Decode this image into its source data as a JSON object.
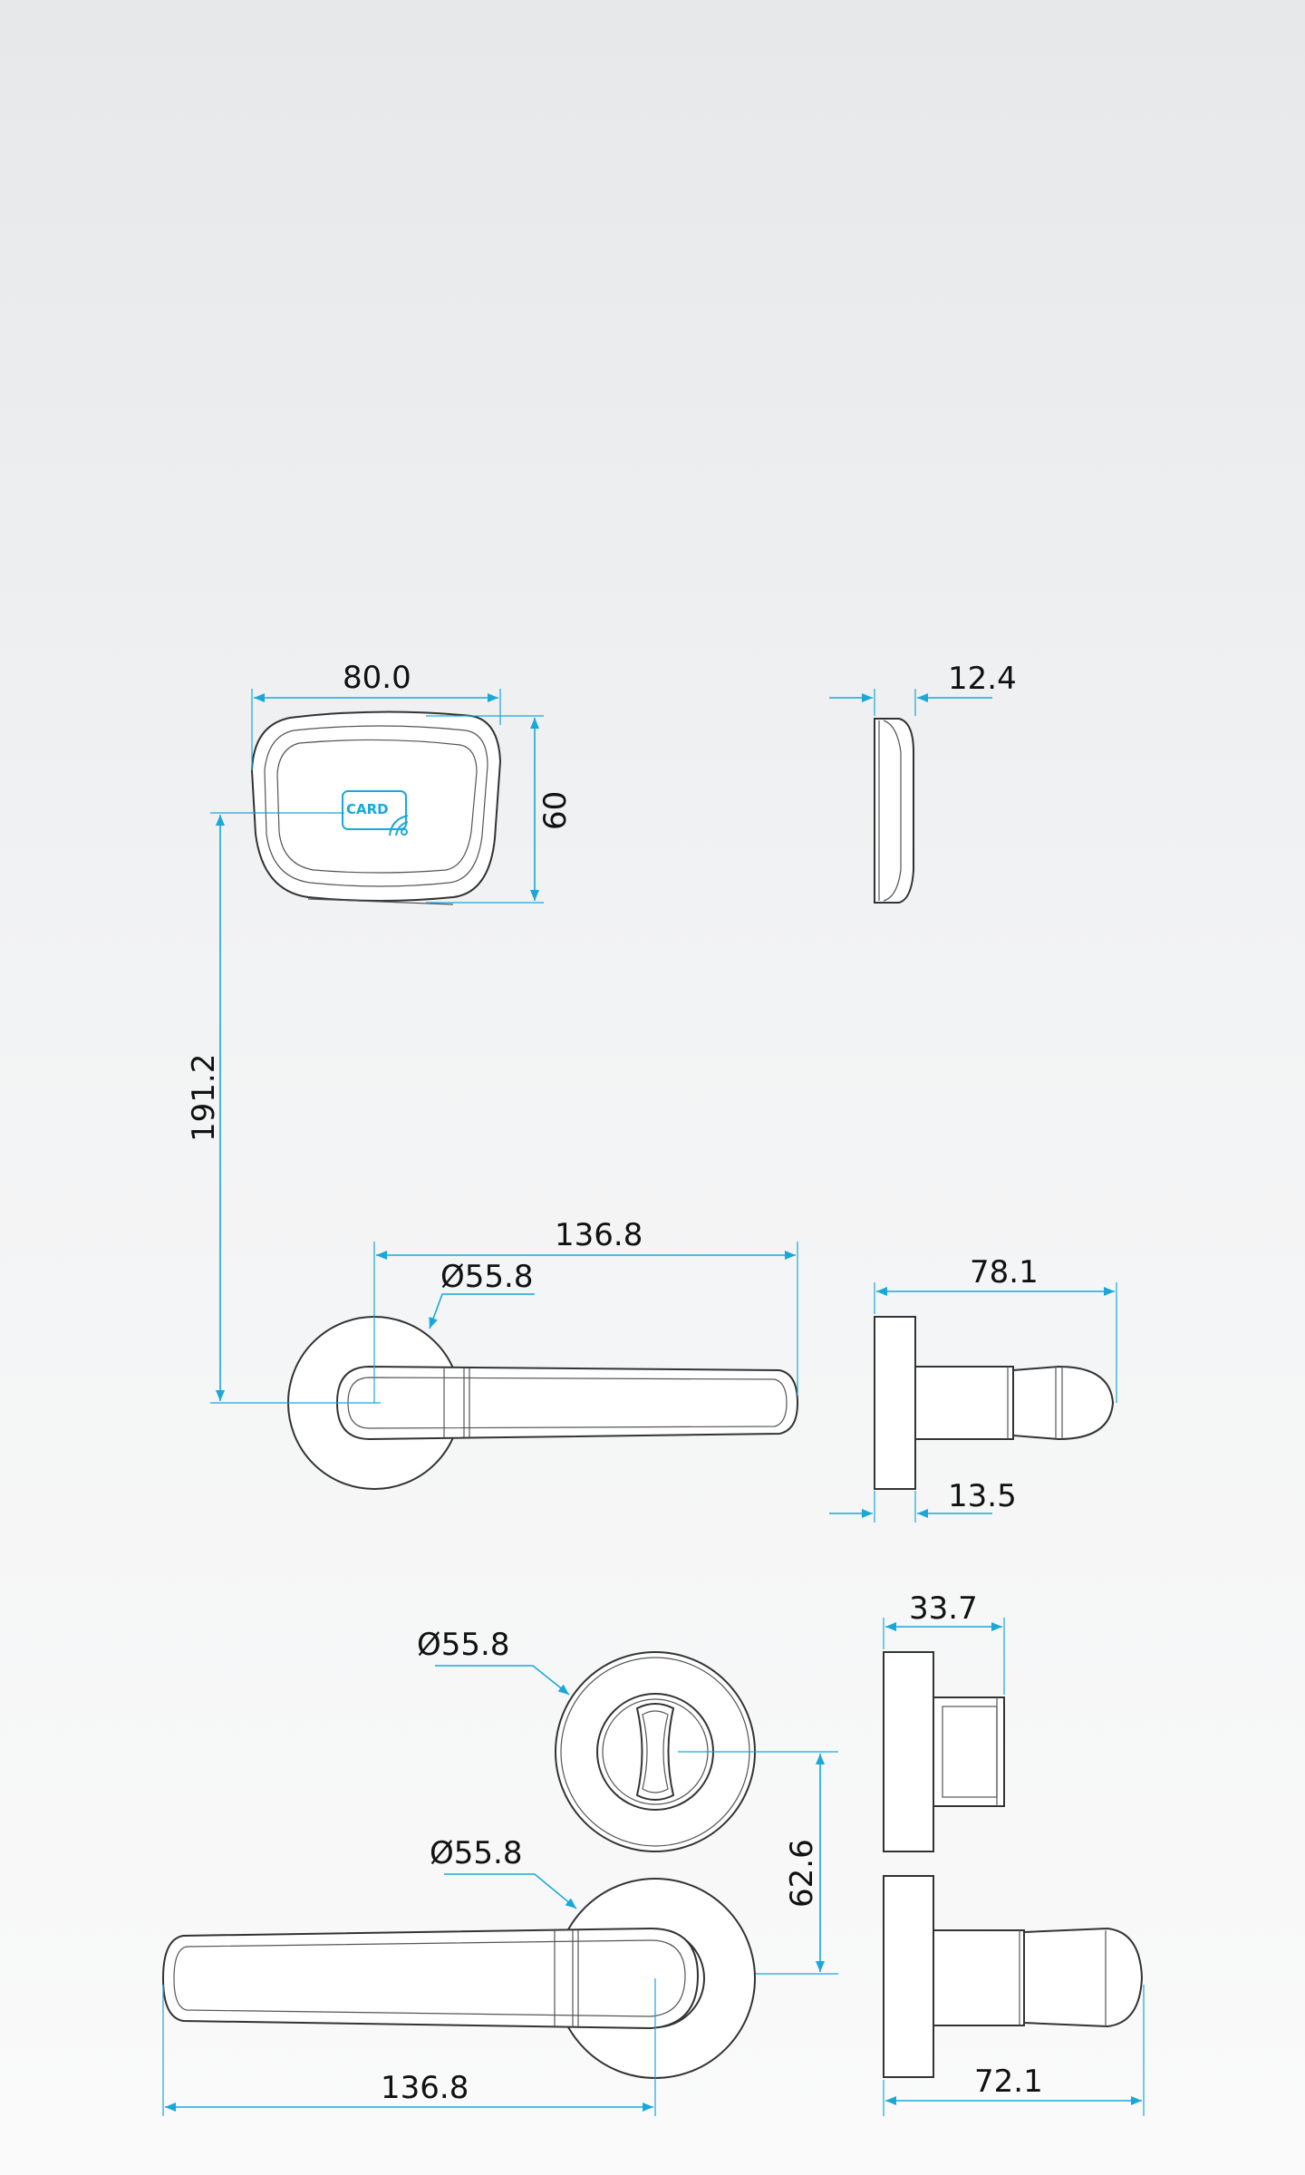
{
  "colors": {
    "outline": "#333333",
    "dimension": "#1aa7d9",
    "background_top": "#e6e8ea",
    "background_bottom": "#fafafa"
  },
  "card_reader": {
    "label": "CARD",
    "icon": "contactless-wave-icon"
  },
  "dimensions": {
    "reader_width": "80.0",
    "reader_height": "60",
    "reader_depth": "12.4",
    "reader_to_handle": "191.2",
    "handle_length_top": "136.8",
    "rose_diameter_top": "Ø55.8",
    "handle_projection_top": "78.1",
    "rose_thickness": "13.5",
    "thumbturn_rose_diameter": "Ø55.8",
    "thumbturn_projection": "33.7",
    "handle_rose_diameter_bottom": "Ø55.8",
    "thumbturn_to_handle": "62.6",
    "handle_length_bottom": "136.8",
    "handle_projection_bottom": "72.1"
  }
}
